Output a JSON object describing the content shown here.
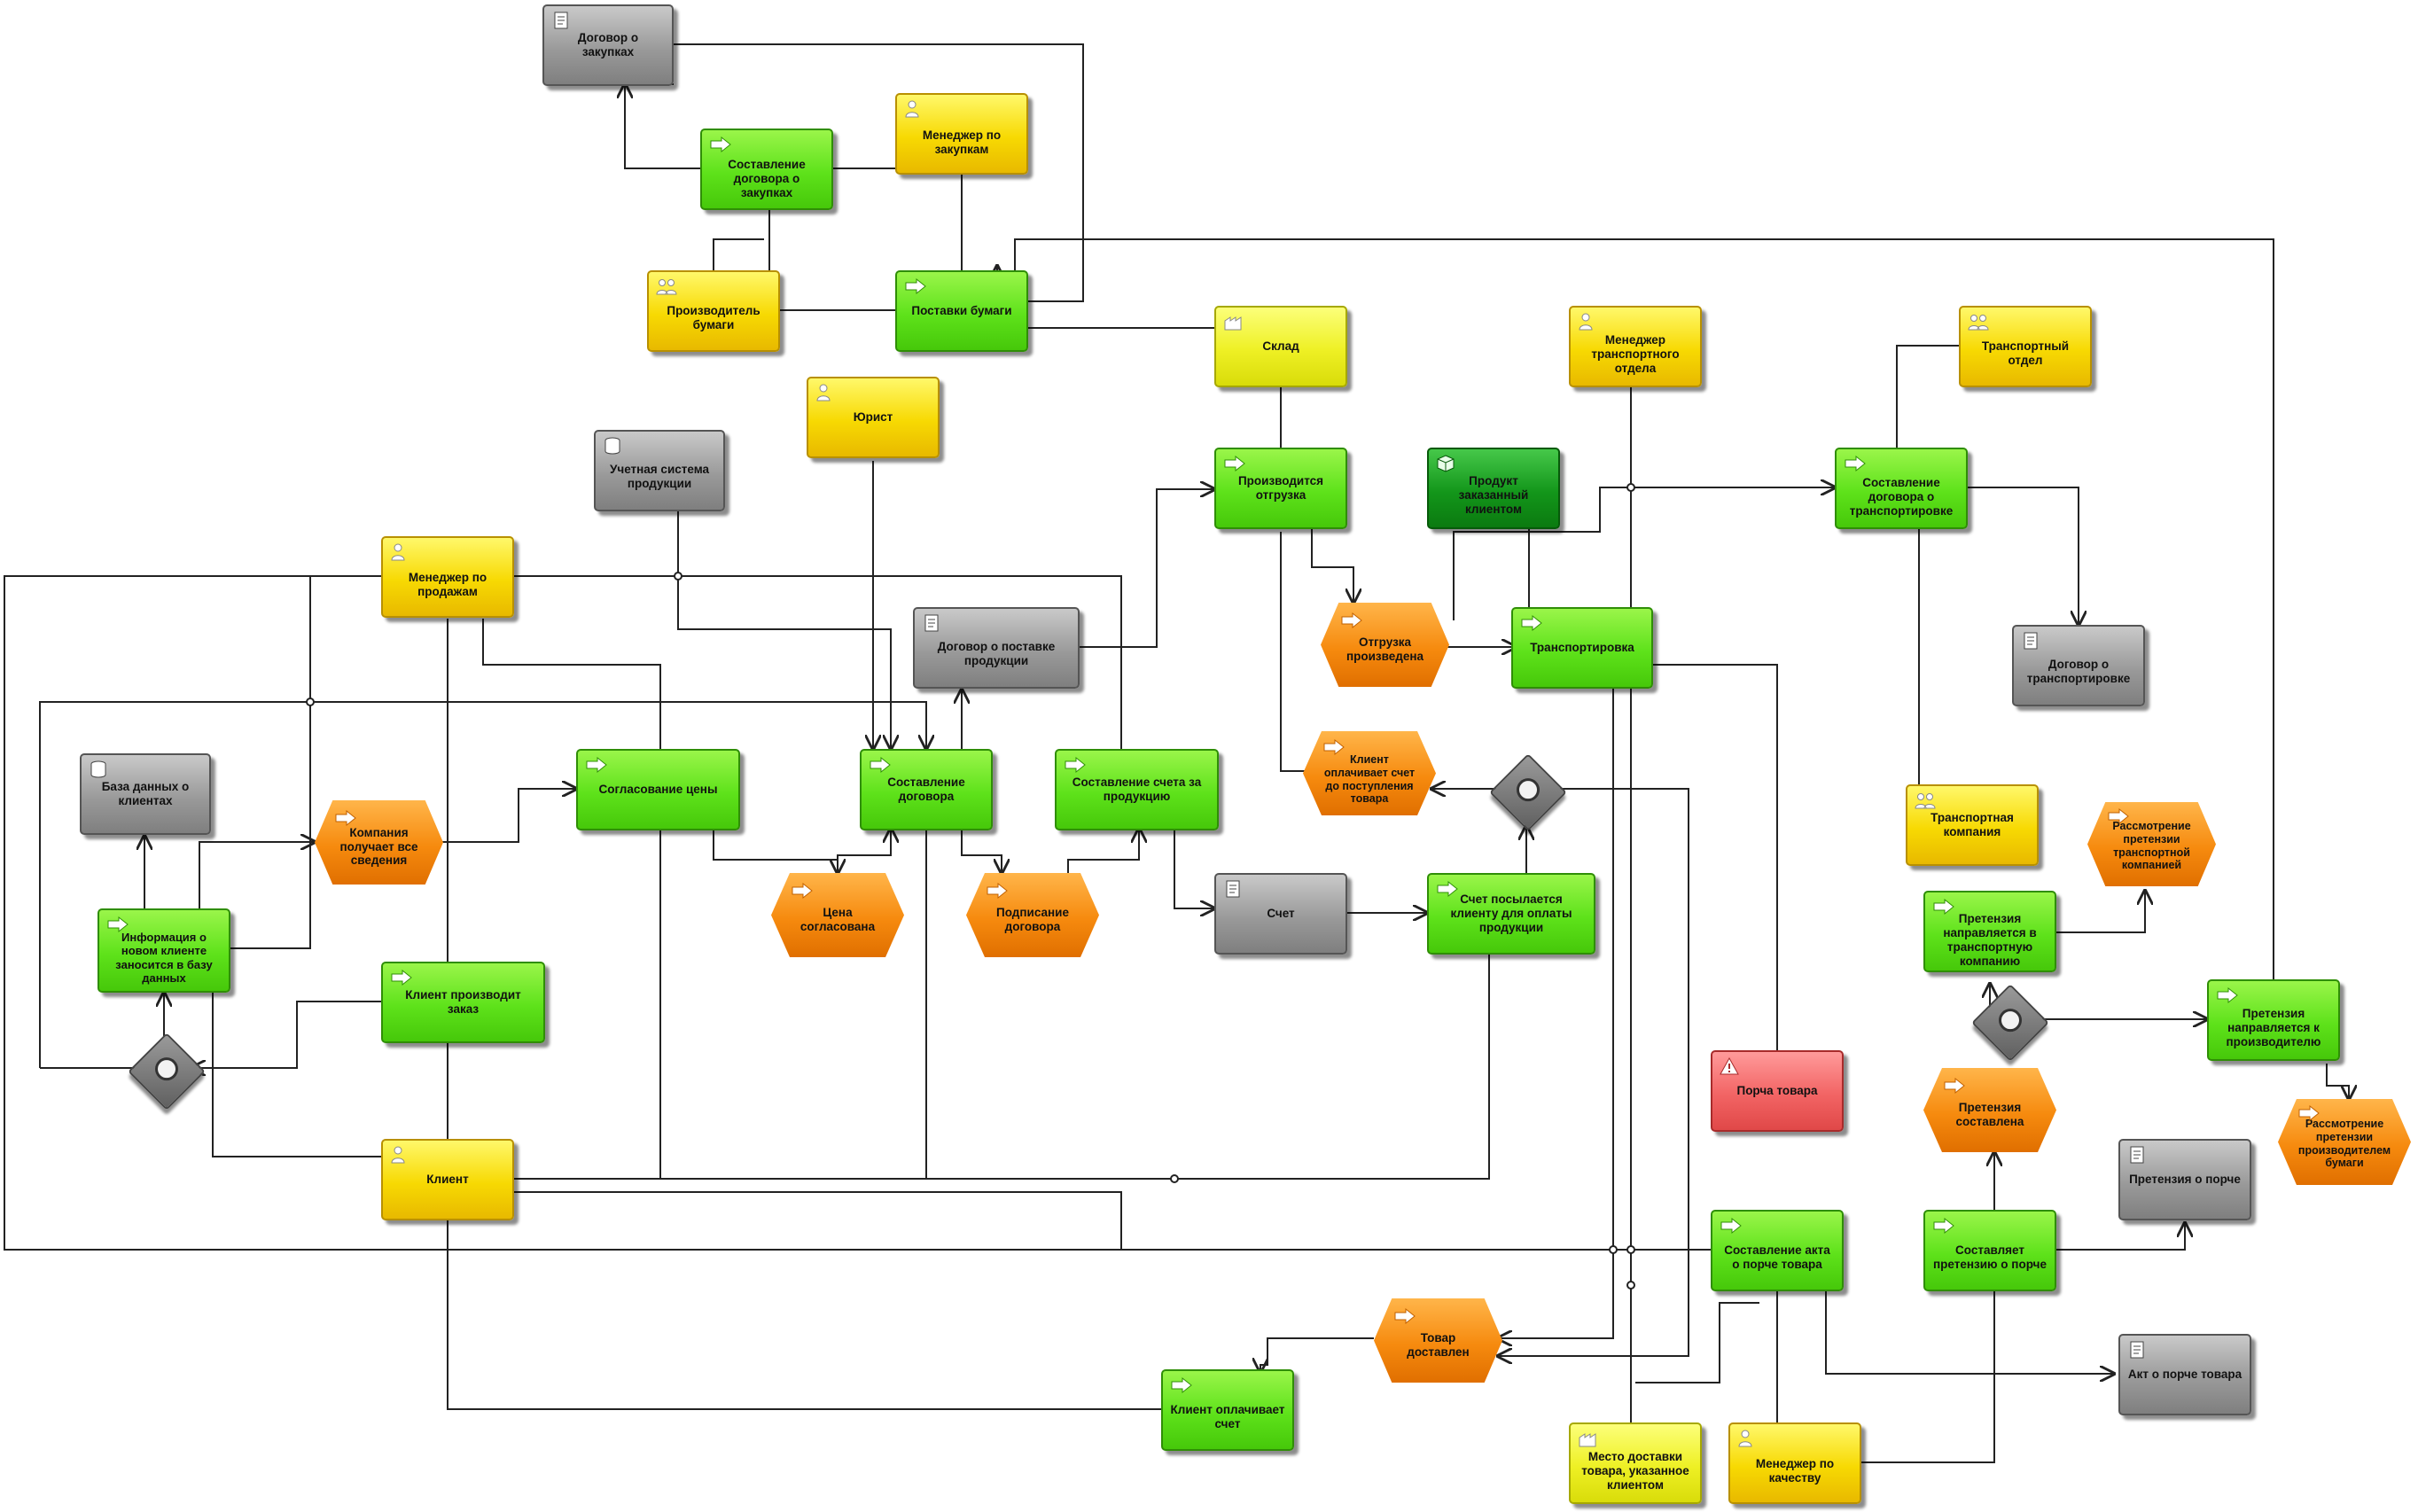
{
  "diagram": {
    "nodes": {
      "dog_zakup": "Договор о закупках",
      "sost_dog_zakup": "Составление договора о закупках",
      "men_zakup": "Менеджер по закупкам",
      "proizv_bum": "Производитель бумаги",
      "postavki": "Поставки бумаги",
      "sklad": "Склад",
      "men_transp": "Менеджер транспортного отдела",
      "transp_otdel": "Транспортный отдел",
      "yurist": "Юрист",
      "uchet": "Учетная система продукции",
      "men_prod": "Менеджер по продажам",
      "proizv_otgr": "Производится отгрузка",
      "produkt": "Продукт заказанный клиентом",
      "sost_dog_transp": "Составление договора о транспортировке",
      "dog_postavke": "Договор о поставке продукции",
      "otgruzka_ev": "Отгрузка произведена",
      "transportirovka": "Транспортировка",
      "dog_transp": "Договор о транспортировке",
      "baza": "База данных о клиентах",
      "soglas": "Согласование цены",
      "sost_dog": "Составление договора",
      "sost_scheta": "Составление счета за продукцию",
      "klient_opl_ev": "Клиент оплачивает счет до поступления товара",
      "kompaniya_ev": "Компания получает все сведения",
      "tsena_ev": "Цена согласована",
      "podpis_ev": "Подписание договора",
      "schet": "Счет",
      "schet_posyl": "Счет посылается клиенту для оплаты продукции",
      "transp_komp": "Транспортная компания",
      "rassm_transp": "Рассмотрение претензии транспортной компанией",
      "info_klient": "Информация о новом клиенте заносится в базу данных",
      "klient_zakaz": "Клиент производит заказ",
      "pretenz_transp": "Претензия направляется в транспортную компанию",
      "pretenz_proizv": "Претензия направляется к производителю",
      "porcha": "Порча товара",
      "pretenz_sost_ev": "Претензия составлена",
      "rassm_proizv": "Рассмотрение претензии производителем бумаги",
      "klient": "Клиент",
      "akt_sost": "Составление акта о порче товара",
      "sostavl_pretenz": "Составляет претензию о порче",
      "pretenz_doc": "Претензия о порче",
      "tovar_ev": "Товар доставлен",
      "akt_doc": "Акт о порче товара",
      "klient_opl": "Клиент оплачивает счет",
      "mesto": "Место доставки товара, указанное клиентом",
      "men_kach": "Менеджер по качеству"
    }
  }
}
